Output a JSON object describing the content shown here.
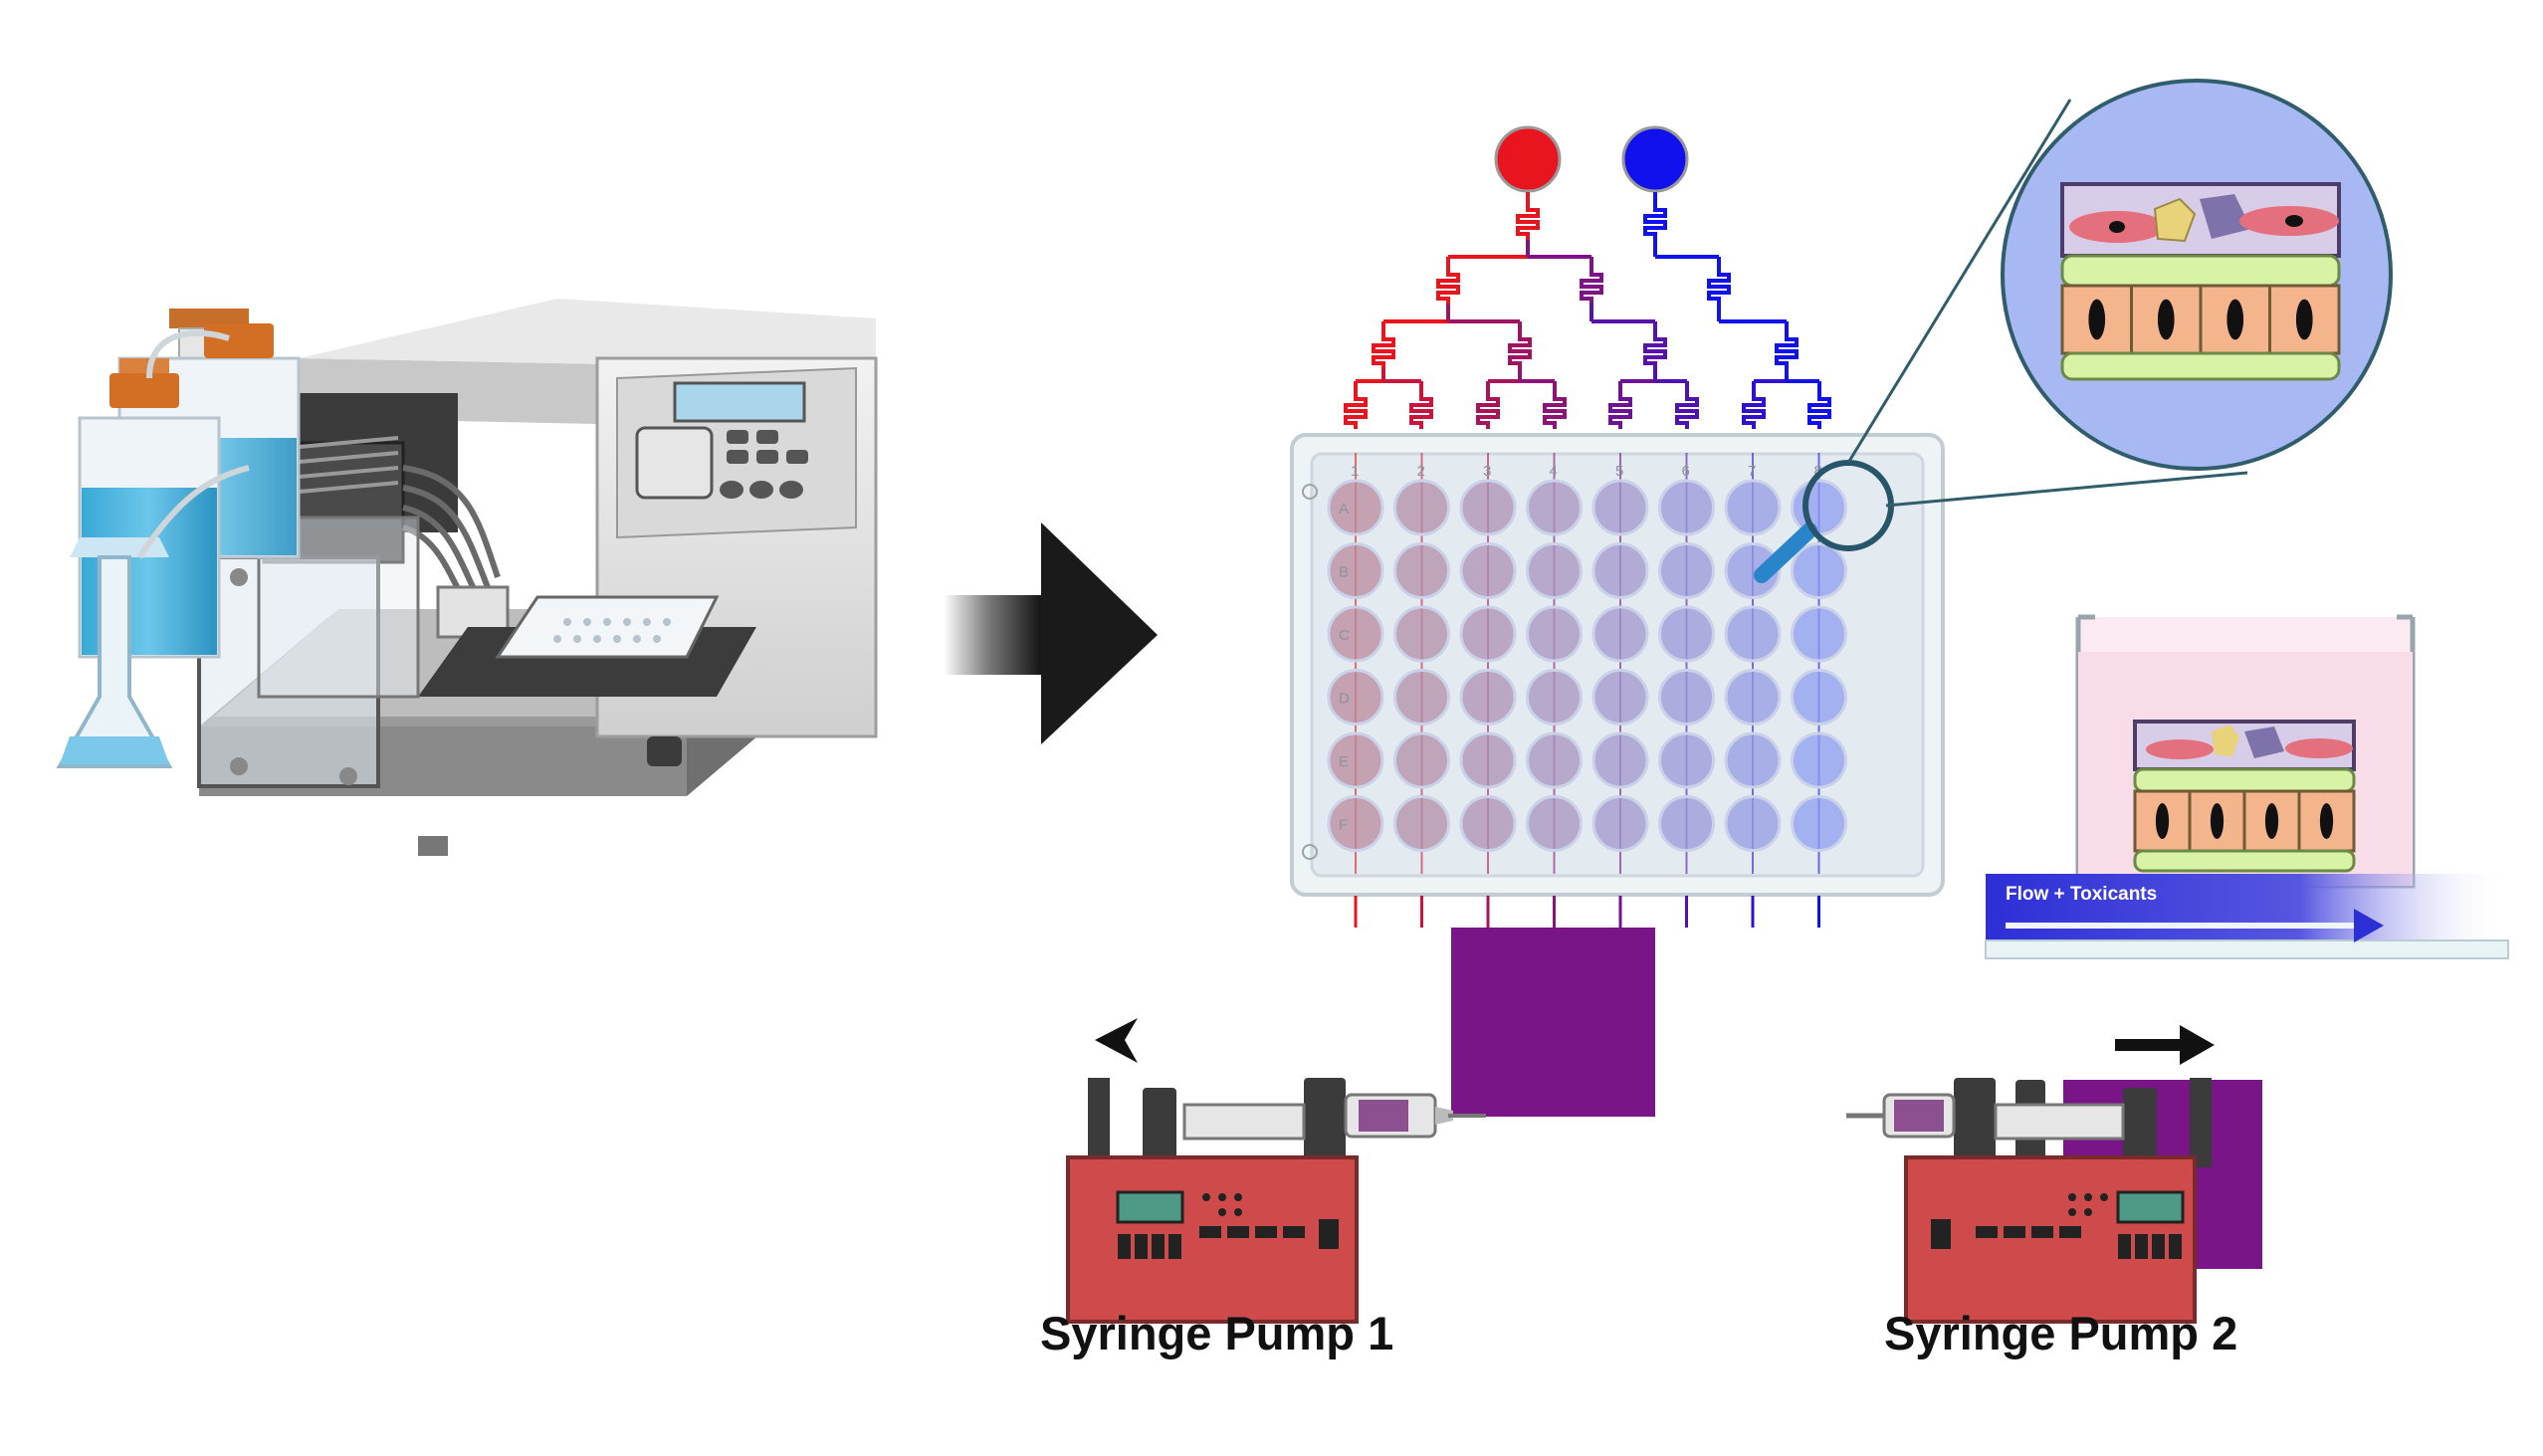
{
  "labels": {
    "pump_1": "Syringe Pump 1",
    "pump_2": "Syringe Pump 2",
    "flow": "Flow + Toxicants"
  },
  "plate": {
    "columns": [
      "1",
      "2",
      "3",
      "4",
      "5",
      "6",
      "7",
      "8"
    ],
    "rows": [
      "A",
      "B",
      "C",
      "D",
      "E",
      "F"
    ]
  },
  "colors": {
    "inlet_red": "#e8141e",
    "inlet_blue": "#1111ee",
    "reservoir_purple": "#7a1587",
    "pump_body": "#cf4b4b",
    "flow_arrow": "#2d2fd6",
    "zoom_bg": "#a7b8f2"
  },
  "icons": {
    "washer": "microplate-washer-icon",
    "arrow": "process-arrow-icon",
    "magnifier": "magnifier-icon",
    "pump": "syringe-pump-icon"
  }
}
